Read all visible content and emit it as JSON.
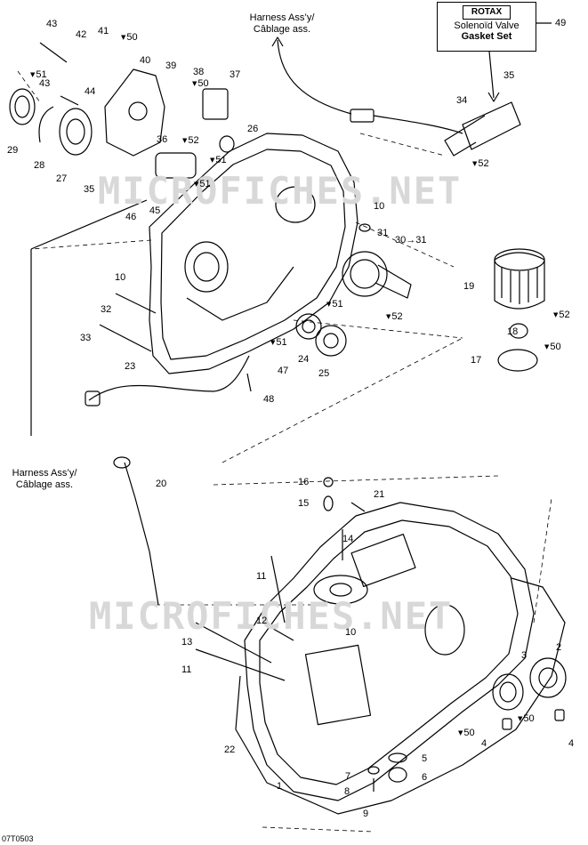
{
  "kit": {
    "brand": "ROTAX",
    "line1": "Solenoïd Valve",
    "line2": "Gasket Set",
    "ref": "49"
  },
  "harness": [
    {
      "line1": "Harness Ass’y/",
      "line2": "Câblage ass."
    },
    {
      "line1": "Harness Ass’y/",
      "line2": "Câblage ass."
    }
  ],
  "watermark": "MICROFICHES.NET",
  "drawing_code": "07T0503",
  "drop_icon": "oil-drop-icon",
  "callouts": [
    "43",
    "42",
    "41",
    "50",
    "40",
    "39",
    "38",
    "37",
    "51",
    "43",
    "44",
    "29",
    "28",
    "27",
    "35",
    "50",
    "36",
    "52",
    "26",
    "51",
    "46",
    "45",
    "51",
    "34",
    "35",
    "52",
    "10",
    "31",
    "30→31",
    "19",
    "52",
    "10",
    "32",
    "33",
    "51",
    "52",
    "24",
    "25",
    "51",
    "23",
    "47",
    "48",
    "18",
    "50",
    "17",
    "20",
    "16",
    "21",
    "15",
    "14",
    "11",
    "12",
    "13",
    "11",
    "10",
    "3",
    "2",
    "22",
    "50",
    "4",
    "50",
    "4",
    "7",
    "5",
    "8",
    "6",
    "9",
    "1"
  ]
}
